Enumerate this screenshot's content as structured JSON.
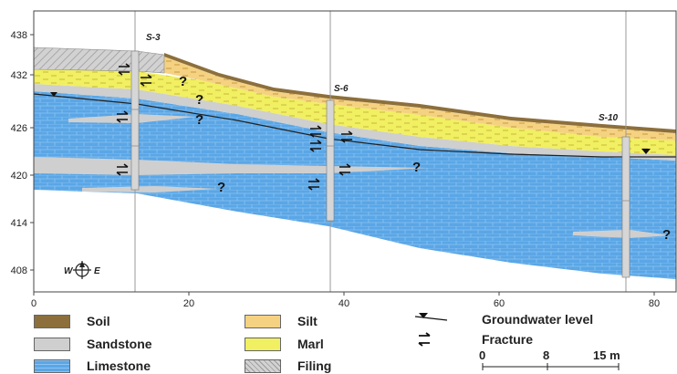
{
  "elevation_axis": {
    "ticks": [
      "438",
      "432",
      "426",
      "420",
      "414",
      "408"
    ]
  },
  "distance_axis": {
    "ticks": [
      "0",
      "20",
      "40",
      "60",
      "80"
    ]
  },
  "boreholes": [
    {
      "label": "S-3"
    },
    {
      "label": "S-6"
    },
    {
      "label": "S-10"
    }
  ],
  "unknown_mark": "?",
  "compass": {
    "west": "W",
    "east": "E"
  },
  "legend": {
    "soil": "Soil",
    "sandstone": "Sandstone",
    "limestone": "Limestone",
    "silt": "Silt",
    "marl": "Marl",
    "filing": "Filing",
    "groundwater": "Groundwater level",
    "fracture": "Fracture"
  },
  "scale_bar": {
    "ticks": [
      "0",
      "8",
      "15 m"
    ]
  },
  "colors": {
    "soil": "#8c6f3c",
    "sandstone": "#cfcfcf",
    "limestone": "#5aa6e6",
    "silt": "#f5d282",
    "marl": "#f1ef62",
    "filing": "#cfcfcf"
  }
}
